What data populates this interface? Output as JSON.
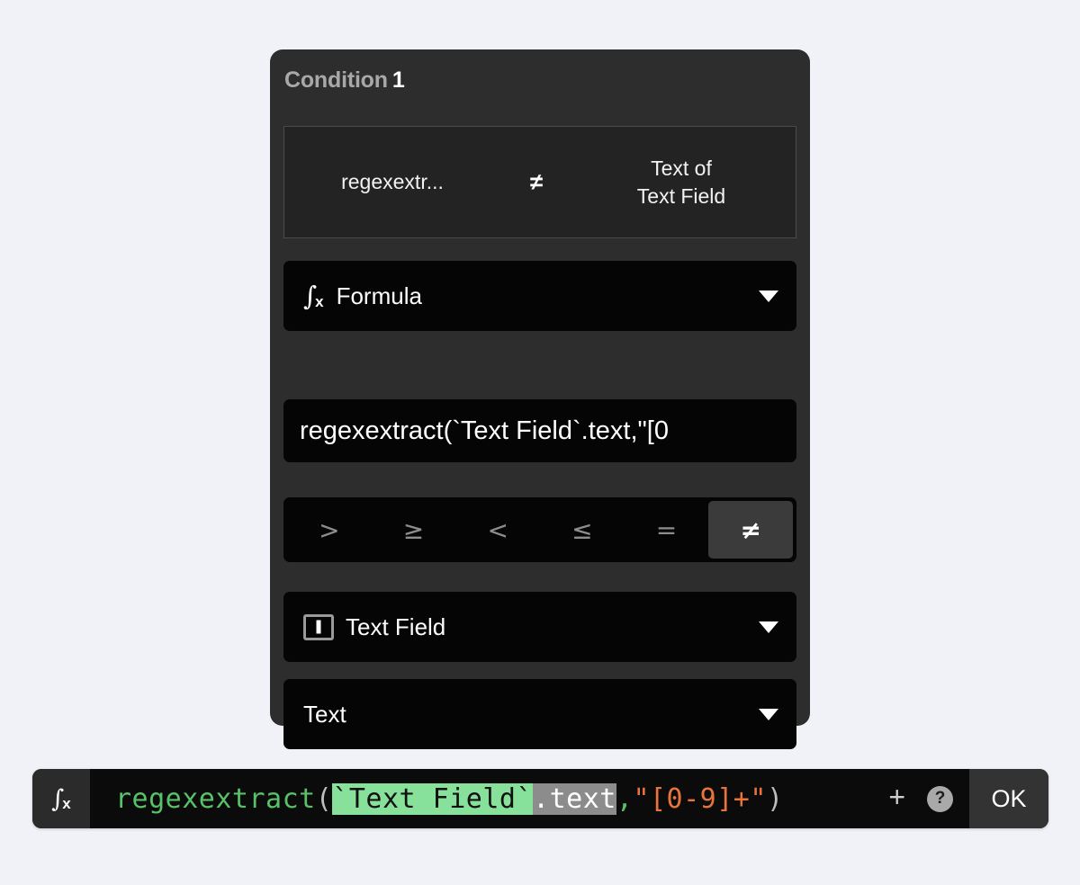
{
  "colors": {
    "page_background": "#f0f2f7",
    "card_background": "#2d2d2d",
    "control_background": "#050505",
    "selected_segment": "#3b3b3b",
    "token_function": "#57c268",
    "token_field_highlight": "#88e19a",
    "token_property_highlight": "#8c8c8c",
    "token_string": "#e8743b",
    "ok_button_background": "#333333"
  },
  "card": {
    "title_word": "Condition",
    "title_number": "1",
    "summary": {
      "left": "regexextr...",
      "operator": "≠",
      "right_line1": "Text of",
      "right_line2": "Text Field"
    },
    "source_select": {
      "icon": "fx-icon",
      "value": "Formula"
    },
    "formula_input": {
      "value": "regexextract(`Text Field`.text,\"[0"
    },
    "operators": [
      {
        "symbol": ">",
        "name": "greater-than",
        "selected": false
      },
      {
        "symbol": "≥",
        "name": "greater-than-or-equal",
        "selected": false
      },
      {
        "symbol": "<",
        "name": "less-than",
        "selected": false
      },
      {
        "symbol": "≤",
        "name": "less-than-or-equal",
        "selected": false
      },
      {
        "symbol": "=",
        "name": "equal",
        "selected": false
      },
      {
        "symbol": "≠",
        "name": "not-equal",
        "selected": true
      }
    ],
    "target_select": {
      "icon": "text-field-icon",
      "value": "Text Field"
    },
    "property_select": {
      "value": "Text"
    }
  },
  "editor_bar": {
    "fx_icon": "fx-icon",
    "formula_tokens": [
      {
        "text": "regexextract",
        "style": "fn"
      },
      {
        "text": "(",
        "style": "paren"
      },
      {
        "text": "`Text Field`",
        "style": "field"
      },
      {
        "text": ".text",
        "style": "prop"
      },
      {
        "text": ",",
        "style": "comma"
      },
      {
        "text": "\"[0-9]+\"",
        "style": "string"
      },
      {
        "text": ")",
        "style": "paren"
      }
    ],
    "add_label": "+",
    "help_label": "?",
    "ok_label": "OK"
  }
}
